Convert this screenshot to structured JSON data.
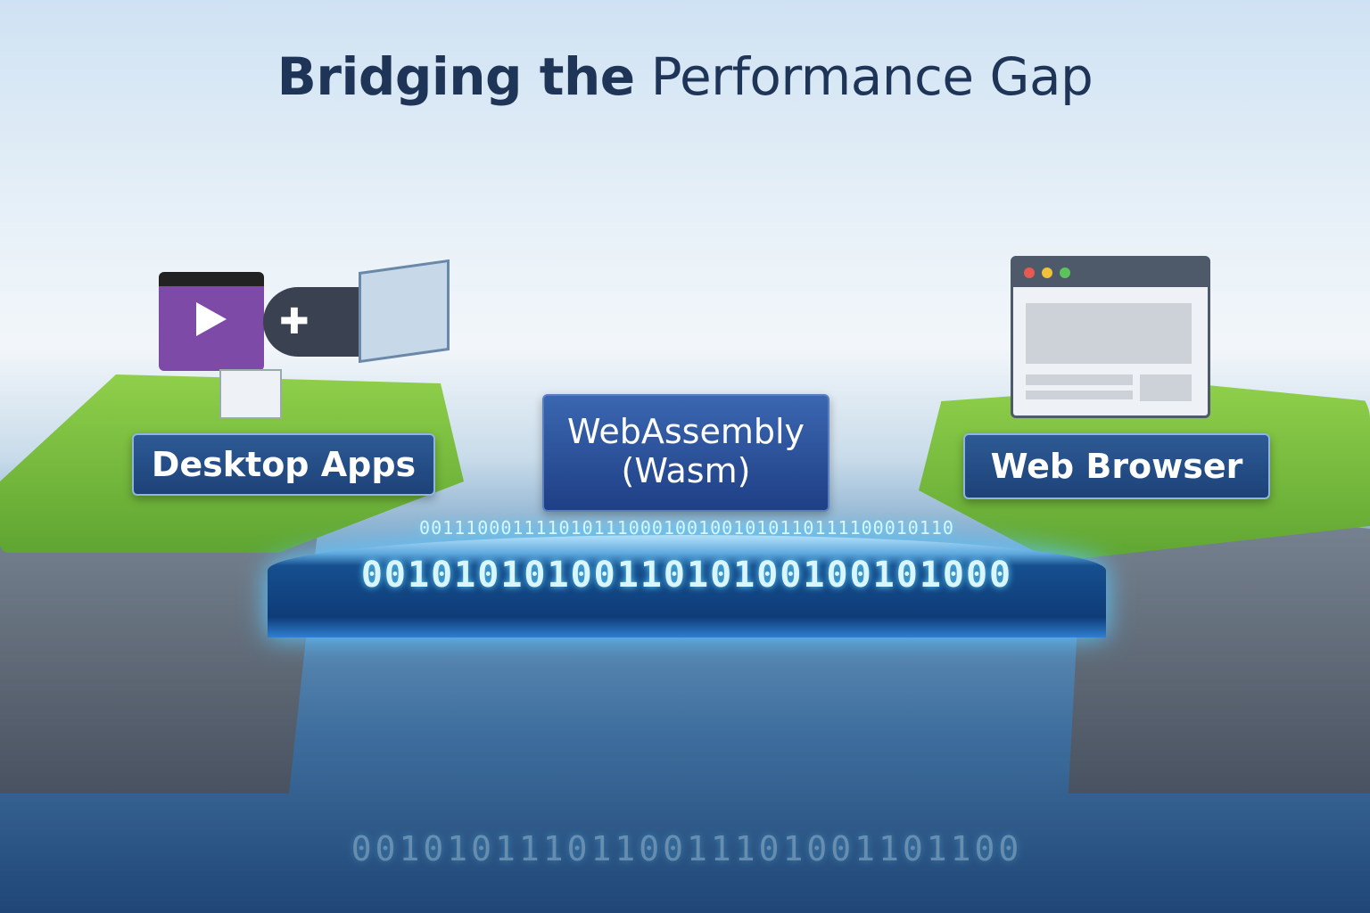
{
  "title": {
    "bold": "Bridging the",
    "light": "Performance Gap"
  },
  "left_island": {
    "label": "Desktop Apps",
    "icons": [
      "clapperboard-icon",
      "gamepad-icon",
      "cube-icon",
      "window-icon"
    ]
  },
  "center": {
    "label_line1": "WebAssembly",
    "label_line2": "(Wasm)"
  },
  "right_island": {
    "label": "Web Browser",
    "icons": [
      "browser-window-icon"
    ]
  },
  "bridge": {
    "binary_main": "0010101010011010100100101000",
    "binary_upper": "0011100011110101110001001001010110111100010110",
    "binary_reflection": "0010101110110011101001101100"
  },
  "colors": {
    "label_bg": "#1d4278",
    "title": "#1f3557",
    "glow": "#5fd4ff"
  }
}
